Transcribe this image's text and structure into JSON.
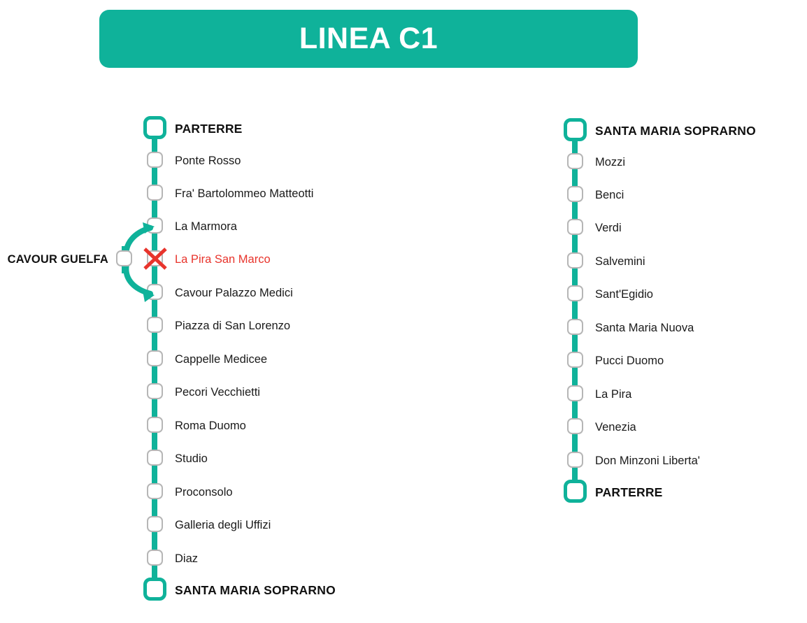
{
  "header": {
    "title": "LINEA C1",
    "background_color": "#0FB29A",
    "text_color": "#FFFFFF"
  },
  "colors": {
    "line": "#0FB29A",
    "stop_border": "#B6B6B6",
    "closed": "#E8342C",
    "label": "#1A1A1A",
    "background": "#FFFFFF"
  },
  "outbound": {
    "stations": [
      {
        "label": "PARTERRE",
        "type": "terminus"
      },
      {
        "label": "Ponte Rosso",
        "type": "stop"
      },
      {
        "label": "Fra' Bartolommeo Matteotti",
        "type": "stop"
      },
      {
        "label": "La Marmora",
        "type": "stop"
      },
      {
        "label": "La Pira San Marco",
        "type": "closed"
      },
      {
        "label": "Cavour Palazzo Medici",
        "type": "stop"
      },
      {
        "label": "Piazza di San Lorenzo",
        "type": "stop"
      },
      {
        "label": "Cappelle Medicee",
        "type": "stop"
      },
      {
        "label": "Pecori Vecchietti",
        "type": "stop"
      },
      {
        "label": "Roma Duomo",
        "type": "stop"
      },
      {
        "label": "Studio",
        "type": "stop"
      },
      {
        "label": "Proconsolo",
        "type": "stop"
      },
      {
        "label": "Galleria degli Uffizi",
        "type": "stop"
      },
      {
        "label": "Diaz",
        "type": "stop"
      },
      {
        "label": "SANTA MARIA SOPRARNO",
        "type": "terminus"
      }
    ]
  },
  "branch": {
    "label": "CAVOUR GUELFA",
    "type": "diversion-stop"
  },
  "return": {
    "stations": [
      {
        "label": "SANTA MARIA SOPRARNO",
        "type": "terminus"
      },
      {
        "label": "Mozzi",
        "type": "stop"
      },
      {
        "label": "Benci",
        "type": "stop"
      },
      {
        "label": "Verdi",
        "type": "stop"
      },
      {
        "label": "Salvemini",
        "type": "stop"
      },
      {
        "label": "Sant'Egidio",
        "type": "stop"
      },
      {
        "label": "Santa Maria Nuova",
        "type": "stop"
      },
      {
        "label": "Pucci Duomo",
        "type": "stop"
      },
      {
        "label": "La Pira",
        "type": "stop"
      },
      {
        "label": "Venezia",
        "type": "stop"
      },
      {
        "label": "Don Minzoni Liberta'",
        "type": "stop"
      },
      {
        "label": "PARTERRE",
        "type": "terminus"
      }
    ]
  }
}
